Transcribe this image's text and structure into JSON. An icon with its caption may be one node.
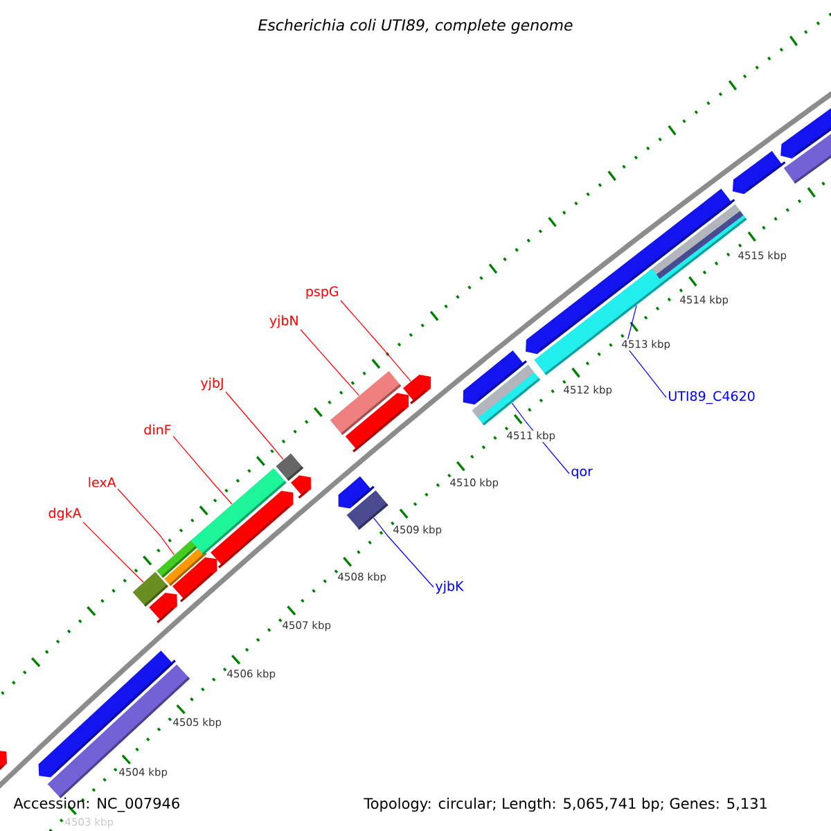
{
  "diagram": {
    "title": "Escherichia coli UTI89, complete genome",
    "nodes": [
      {
        "text": [
          "pspG"
        ]
      },
      {
        "text": [
          "yjbN"
        ]
      },
      {
        "text": [
          "yjbJ"
        ]
      },
      {
        "text": [
          "UTI89_C4620"
        ]
      },
      {
        "text": [
          "dinF"
        ]
      },
      {
        "text": [
          "qor"
        ]
      },
      {
        "text": [
          "lexA"
        ]
      },
      {
        "text": [
          "dgkA"
        ]
      },
      {
        "text": [
          "yjbK"
        ]
      },
      {
        "text": [],
        "shape": "bar"
      },
      {
        "text": [],
        "shape": "bar"
      },
      {
        "text": [],
        "shape": "bar"
      },
      {
        "text": [],
        "shape": "bar"
      },
      {
        "text": [],
        "shape": "bar"
      },
      {
        "text": [],
        "shape": "bar"
      },
      {
        "text": [],
        "shape": "bar"
      },
      {
        "text": [],
        "shape": "bar"
      },
      {
        "text": [],
        "shape": "bar"
      },
      {
        "text": [],
        "shape": "bar"
      },
      {
        "text": [],
        "shape": "bar"
      },
      {
        "text": [],
        "shape": "bar"
      },
      {
        "text": [],
        "shape": "bar"
      },
      {
        "text": [],
        "shape": "bar"
      },
      {
        "text": [],
        "shape": "bar"
      },
      {
        "text": [],
        "shape": "bar"
      },
      {
        "text": [],
        "shape": "bar"
      },
      {
        "text": [],
        "shape": "bar"
      },
      {
        "text": [],
        "shape": "bar"
      },
      {
        "text": [],
        "shape": "bar",
        "in": 27
      },
      {
        "text": [],
        "shape": "bar"
      },
      {
        "text": [],
        "shape": "bar"
      },
      {
        "text": [],
        "shape": "bar",
        "in": 30
      },
      {
        "text": [],
        "shape": "bar",
        "in": 30
      },
      {
        "text": [],
        "shape": "bar"
      },
      {
        "text": [],
        "shape": "bar"
      },
      {
        "text": [],
        "shape": "bar"
      }
    ],
    "edges": [
      {
        "from": 0,
        "to": 25,
        "arrow": "none"
      },
      {
        "from": 1,
        "to": 21,
        "arrow": "none"
      },
      {
        "from": 2,
        "to": 19,
        "arrow": "none"
      },
      {
        "from": 3,
        "to": 30,
        "arrow": "none",
        "color": "#0000ff"
      },
      {
        "from": 4,
        "to": 17,
        "arrow": "none"
      },
      {
        "from": 5,
        "to": 27,
        "arrow": "none",
        "color": "#0000ff"
      },
      {
        "from": 6,
        "to": 14,
        "arrow": "none"
      },
      {
        "from": 7,
        "to": 12,
        "arrow": "none"
      },
      {
        "from": 8,
        "to": 24,
        "arrow": "none",
        "color": "#0000ff"
      }
    ],
    "labels": [
      "4503 kbp",
      "4504 kbp",
      "4505 kbp",
      "4506 kbp",
      "4507 kbp",
      "4508 kbp",
      "4509 kbp",
      "4510 kbp",
      "4511 kbp",
      "4512 kbp",
      "4513 kbp",
      "4514 kbp",
      "4515 kbp",
      "Accession: NC_007946",
      "Topology: circular; Length: 5,065,741 bp; Genes: 5,131"
    ]
  }
}
